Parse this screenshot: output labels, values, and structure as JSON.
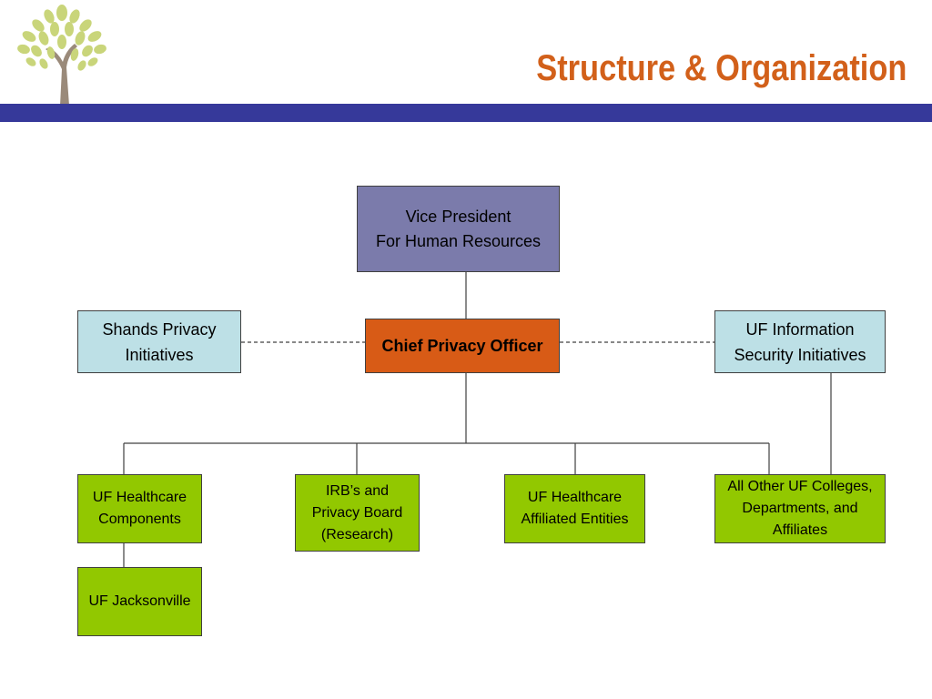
{
  "slide": {
    "title": "Structure & Organization",
    "logo_icon": "tree-icon"
  },
  "colors": {
    "title": "#d2601a",
    "band": "#36399a",
    "executive_box": "#7b7bab",
    "officer_box": "#d85b16",
    "initiative_box": "#bde0e6",
    "unit_box": "#92c800",
    "leaf": "#c9d57a",
    "trunk": "#9a8a7a"
  },
  "org_chart": {
    "vice_president": "Vice President\nFor Human Resources",
    "chief_privacy_officer": "Chief Privacy Officer",
    "shands_initiatives": "Shands Privacy\nInitiatives",
    "uf_security_initiatives": "UF Information\nSecurity Initiatives",
    "units": {
      "healthcare_components": "UF Healthcare\nComponents",
      "irb_privacy_board": "IRB’s and\nPrivacy Board\n(Research)",
      "affiliated_entities": "UF Healthcare\nAffiliated Entities",
      "other_colleges": "All Other UF Colleges,\nDepartments, and\nAffiliates",
      "jacksonville": "UF Jacksonville"
    }
  }
}
